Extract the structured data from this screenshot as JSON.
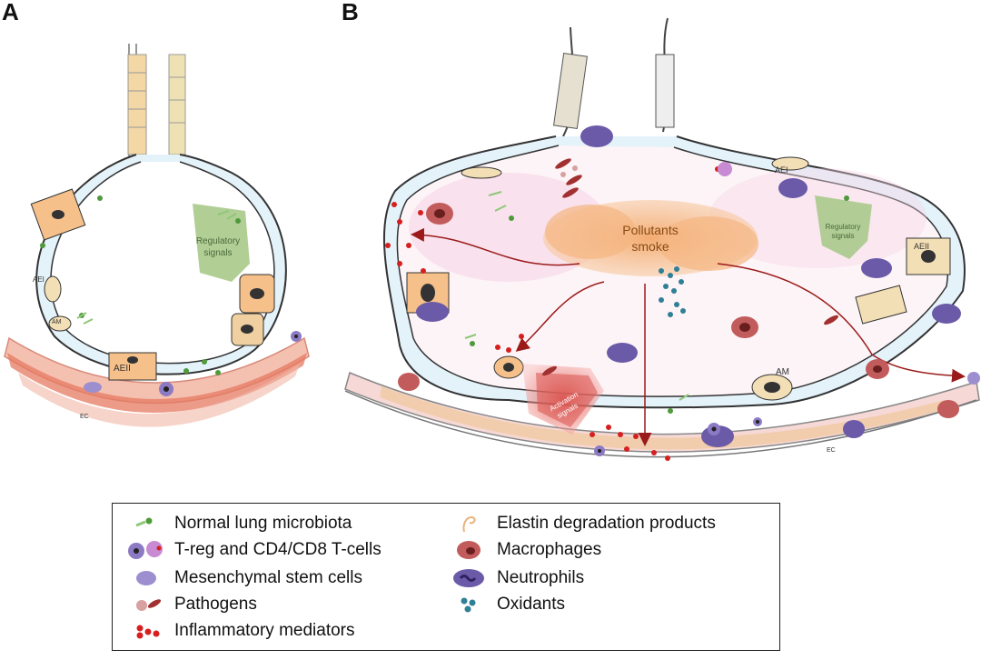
{
  "panels": {
    "a": "A",
    "b": "B"
  },
  "panel_a": {
    "cell_labels": {
      "aei": "AEI",
      "aeii": "AEII",
      "am": "AM",
      "ec": "EC"
    },
    "arrow_label": [
      "Regulatory",
      "signals"
    ]
  },
  "panel_b": {
    "cloud_label": [
      "Pollutants",
      "smoke"
    ],
    "cell_labels": {
      "aei": "AEI",
      "aeii": "AEII",
      "am": "AM",
      "ec": "EC"
    },
    "regulatory_label": [
      "Regulatory",
      "signals"
    ],
    "activation_label": [
      "Activation",
      "signals"
    ]
  },
  "legend": {
    "left": [
      {
        "icon": "microbiota-icon",
        "label": "Normal lung microbiota"
      },
      {
        "icon": "t-cells-icon",
        "label": "T-reg and CD4/CD8 T-cells"
      },
      {
        "icon": "stem-cell-icon",
        "label": "Mesenchymal stem cells"
      },
      {
        "icon": "pathogen-icon",
        "label": "Pathogens"
      },
      {
        "icon": "mediators-icon",
        "label": "Inflammatory mediators"
      }
    ],
    "right": [
      {
        "icon": "elastin-icon",
        "label": "Elastin degradation products"
      },
      {
        "icon": "macrophage-icon",
        "label": "Macrophages"
      },
      {
        "icon": "neutrophil-icon",
        "label": "Neutrophils"
      },
      {
        "icon": "oxidants-icon",
        "label": "Oxidants"
      }
    ]
  },
  "colors": {
    "arrow": "#9b1b1b",
    "cloud": "#f3b07a",
    "regulatory_arrow": "#a9c98a",
    "activation": "#d9534f",
    "membrane_blue": "#d6ecf7",
    "capillary": "#e8806a",
    "macrophage": "#c25b5b",
    "neutrophil": "#6a5aa8",
    "oxidant": "#2f7f96",
    "mediator": "#d61f1f",
    "microbiota": "#4f9a3a"
  }
}
